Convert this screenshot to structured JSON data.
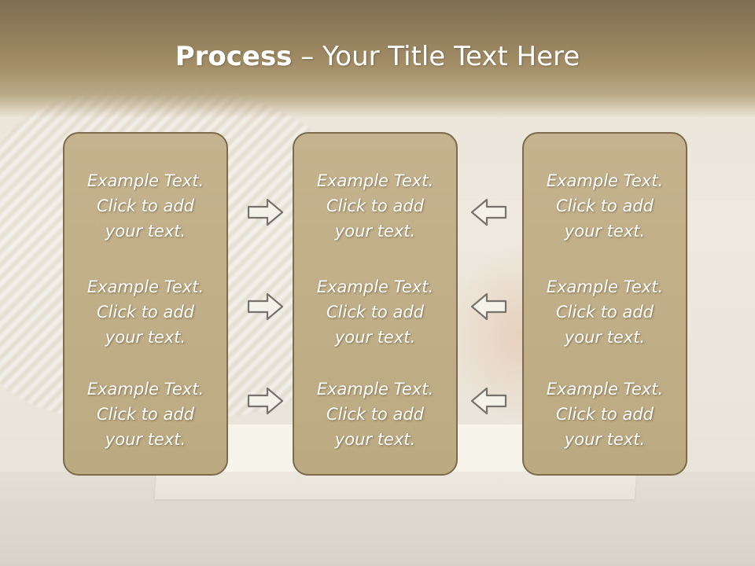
{
  "slide": {
    "title_bold": "Process",
    "title_rest": " – Your Title Text Here",
    "columns": [
      {
        "items": [
          [
            "Example Text.",
            "Click  to add",
            "your text."
          ],
          [
            "Example Text.",
            "Click  to add",
            "your text."
          ],
          [
            "Example Text.",
            "Click  to add",
            "your text."
          ]
        ]
      },
      {
        "items": [
          [
            "Example Text.",
            "Click  to add",
            "your text."
          ],
          [
            "Example Text.",
            "Click  to add",
            "your text."
          ],
          [
            "Example Text.",
            "Click  to add",
            "your text."
          ]
        ]
      },
      {
        "items": [
          [
            "Example Text.",
            "Click  to add",
            "your text."
          ],
          [
            "Example Text.",
            "Click  to add",
            "your text."
          ],
          [
            "Example Text.",
            "Click  to add",
            "your text."
          ]
        ]
      }
    ],
    "arrows_left": [
      "arrow-right-icon",
      "arrow-right-icon",
      "arrow-right-icon"
    ],
    "arrows_right": [
      "arrow-left-icon",
      "arrow-left-icon",
      "arrow-left-icon"
    ],
    "colors": {
      "header": "#8c7a58",
      "box": "#c0ae87",
      "box_border": "#7d6b4c",
      "text": "#ffffff"
    }
  }
}
